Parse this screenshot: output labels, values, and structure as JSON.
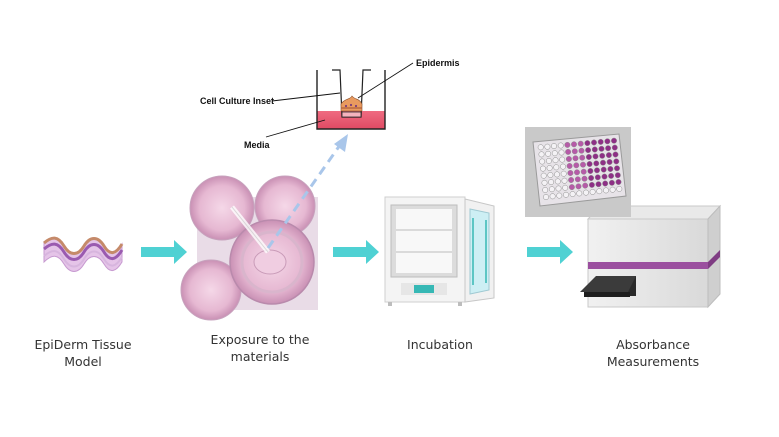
{
  "steps": [
    {
      "label": "EpiDerm Tissue Model"
    },
    {
      "label_line1": "Exposure to the",
      "label_line2": "materials"
    },
    {
      "label": "Incubation"
    },
    {
      "label": "Absorbance Measurements"
    }
  ],
  "inset_diagram": {
    "epidermis_label": "Epidermis",
    "inset_label": "Cell Culture Inset",
    "media_label": "Media"
  },
  "colors": {
    "arrow": "#4fd1d3",
    "dashed_arrow": "#a9c6ea",
    "media": "#e8566e",
    "tissue_purple": "#9a5bb0",
    "reader_stripe": "#9b4f9f",
    "incubator_accent": "#36b8b5"
  },
  "icons": {
    "tissue": "tissue-section-icon",
    "culture_plate": "culture-plate-photo",
    "incubator": "incubator-icon",
    "well_plate": "well-plate-photo",
    "plate_reader": "plate-reader-icon"
  }
}
